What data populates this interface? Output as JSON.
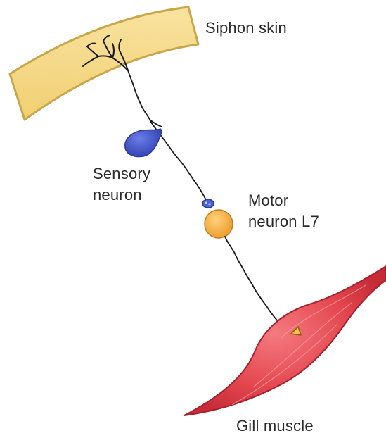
{
  "labels": {
    "siphon_skin": "Siphon skin",
    "sensory_neuron": [
      "Sensory",
      "neuron"
    ],
    "motor_neuron": [
      "Motor",
      "neuron L7"
    ],
    "gill_muscle": "Gill muscle"
  },
  "colors": {
    "siphon_skin_fill": "#f6d98a",
    "siphon_skin_stroke": "#c9a64a",
    "sensory_neuron": "#3f52c8",
    "motor_neuron": "#f2a93b",
    "gill_muscle_fill": "#e8505a",
    "gill_muscle_stroke": "#a8202c",
    "axon": "#1a1a1a"
  }
}
